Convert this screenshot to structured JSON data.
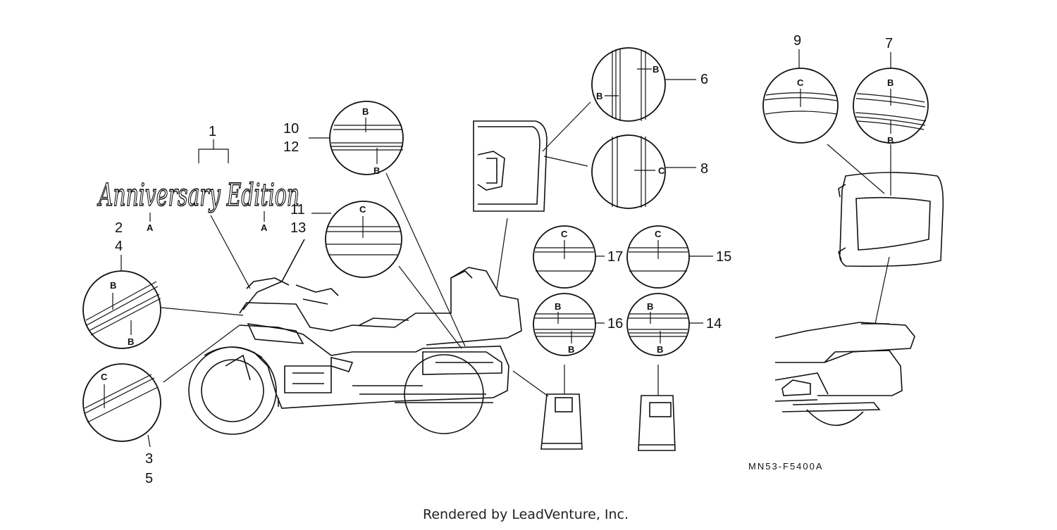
{
  "callouts": {
    "c1": "1",
    "c2": "2",
    "c4": "4",
    "c3": "3",
    "c5": "5",
    "c10": "10",
    "c12": "12",
    "c11": "11",
    "c13": "13",
    "c6": "6",
    "c8": "8",
    "c17": "17",
    "c15": "15",
    "c16": "16",
    "c14": "14",
    "c9": "9",
    "c7": "7"
  },
  "letters": {
    "a": "A",
    "b": "B",
    "c": "C"
  },
  "emblem_text": "Anniversary Edition",
  "diagram_code": "MN53-F5400A",
  "footer": "Rendered by LeadVenture, Inc."
}
